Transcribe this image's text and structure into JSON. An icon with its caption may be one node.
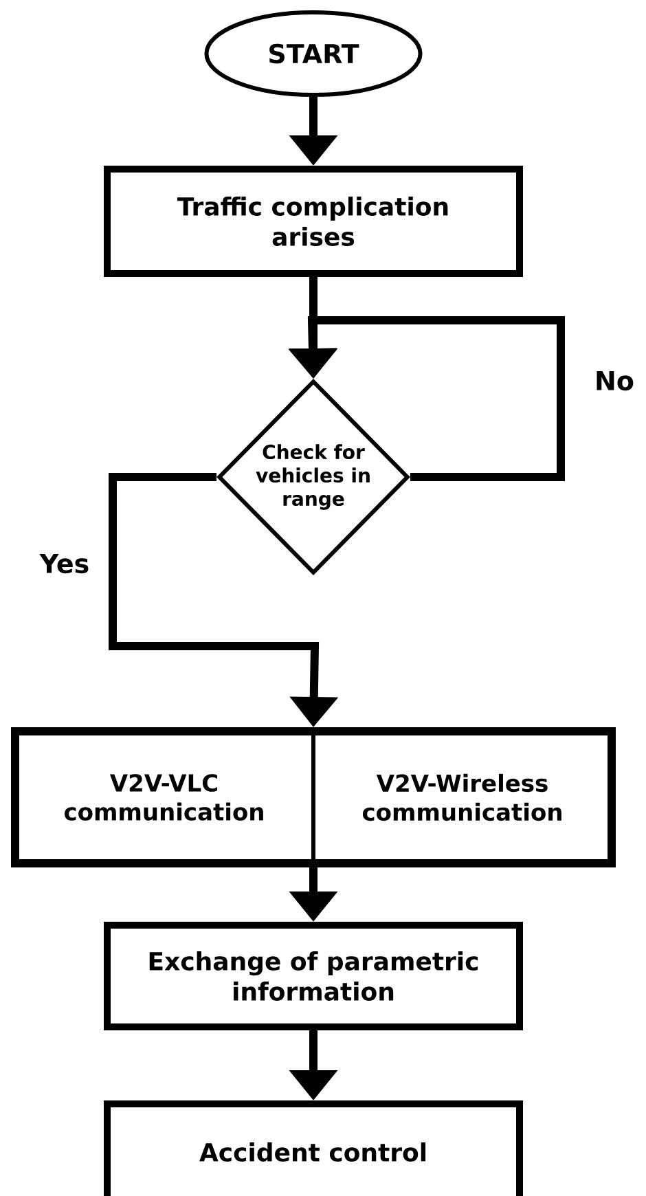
{
  "diagram": {
    "nodes": [
      {
        "text": [
          "START"
        ]
      },
      {
        "text": [
          "Traffic complication arises"
        ]
      },
      {
        "text": [
          "Check for vehicles in range"
        ]
      },
      {
        "text": [],
        "shape": "box"
      },
      {
        "text": [
          "V2V-VLC communication"
        ],
        "in": 3
      },
      {
        "text": [
          "V2V-Wireless communication"
        ],
        "in": 3
      },
      {
        "text": [
          "Exchange of parametric information"
        ]
      },
      {
        "text": [
          "Accident control"
        ]
      }
    ],
    "edges": [
      {
        "from": 0,
        "to": 1,
        "arrow": "to"
      },
      {
        "from": 1,
        "to": 2,
        "arrow": "to"
      },
      {
        "from": 2,
        "to": 2,
        "arrow": "to",
        "label": "No"
      },
      {
        "from": 2,
        "to": 3,
        "arrow": "to",
        "label": "Yes"
      },
      {
        "from": 3,
        "to": 6,
        "arrow": "to"
      },
      {
        "from": 6,
        "to": 7,
        "arrow": "to"
      }
    ]
  }
}
